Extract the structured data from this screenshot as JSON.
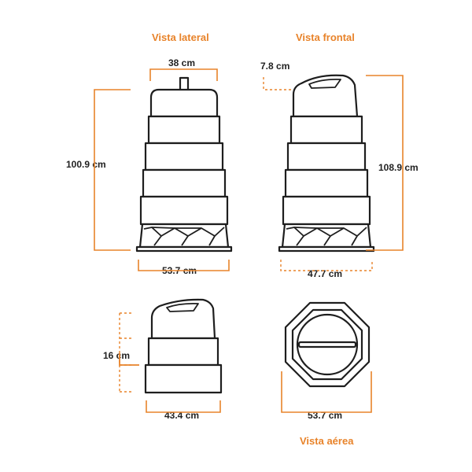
{
  "titles": {
    "side": "Vista lateral",
    "front": "Vista frontal",
    "top": "Vista aérea"
  },
  "dimensions": {
    "side_top_width": "38 cm",
    "side_height": "100.9 cm",
    "side_base_width": "53.7 cm",
    "front_handle": "7.8 cm",
    "front_height": "108.9 cm",
    "front_base_width": "47.7 cm",
    "stack_section_height": "16 cm",
    "stack_base_width": "43.4 cm",
    "top_diameter": "53.7 cm"
  },
  "colors": {
    "accent": "#e8832a",
    "outline": "#1e1e1e"
  }
}
